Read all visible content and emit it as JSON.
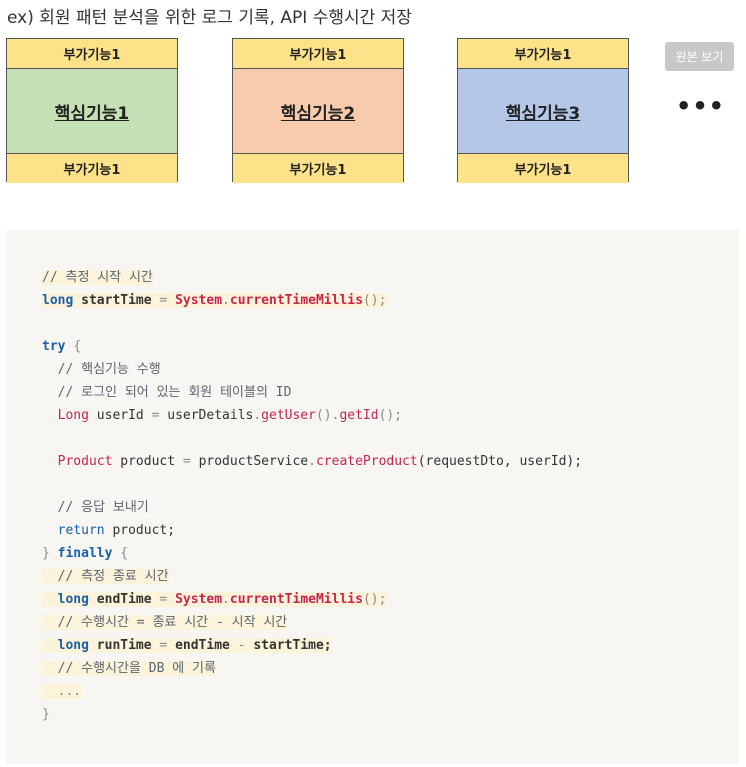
{
  "heading": "ex) 회원 패턴 분석을 위한 로그 기록, API 수행시간 저장",
  "diagram": {
    "boxes": [
      {
        "top_label": "부가기능1",
        "core_label": "핵심기능1",
        "bottom_label": "부가기능1",
        "color": "#c5e0b4"
      },
      {
        "top_label": "부가기능1",
        "core_label": "핵심기능2",
        "bottom_label": "부가기능1",
        "color": "#f8cbad"
      },
      {
        "top_label": "부가기능1",
        "core_label": "핵심기능3",
        "bottom_label": "부가기능1",
        "color": "#b4c7e7"
      }
    ],
    "ellipsis": "•••",
    "sub_color": "#fde28a"
  },
  "view_original_button": "원본 보기",
  "code": {
    "c_measure_start": "// 측정 시작 시간",
    "kw_long": "long",
    "v_startTime": "startTime",
    "eq": "=",
    "cls_system": "System",
    "dot": ".",
    "fn_currentTimeMillis": "currentTimeMillis",
    "parens_semi": "();",
    "kw_try": "try",
    "brace_open": "{",
    "c_core_exec": "// 핵심기능 수행",
    "c_login_user": "// 로그인 되어 있는 회원 테이블의 ID",
    "t_Long": "Long",
    "v_userId": "userId",
    "v_userDetails": "userDetails",
    "fn_getUser": "getUser",
    "parens": "()",
    "fn_getId": "getId",
    "t_Product": "Product",
    "v_product": "product",
    "v_productService": "productService",
    "fn_createProduct": "createProduct",
    "args_create": "(requestDto, userId);",
    "c_send_response": "// 응답 보내기",
    "kw_return": "return",
    "product_semi": "product;",
    "brace_close": "}",
    "kw_finally": "finally",
    "c_measure_end": "// 측정 종료 시간",
    "v_endTime": "endTime",
    "c_exec_time": "// 수행시간 = 종료 시간 - 시작 시간",
    "v_runTime": "runTime",
    "minus": "-",
    "startTime_semi": "startTime;",
    "c_log_db": "// 수행시간을 DB 에 기록",
    "dots": "..."
  }
}
